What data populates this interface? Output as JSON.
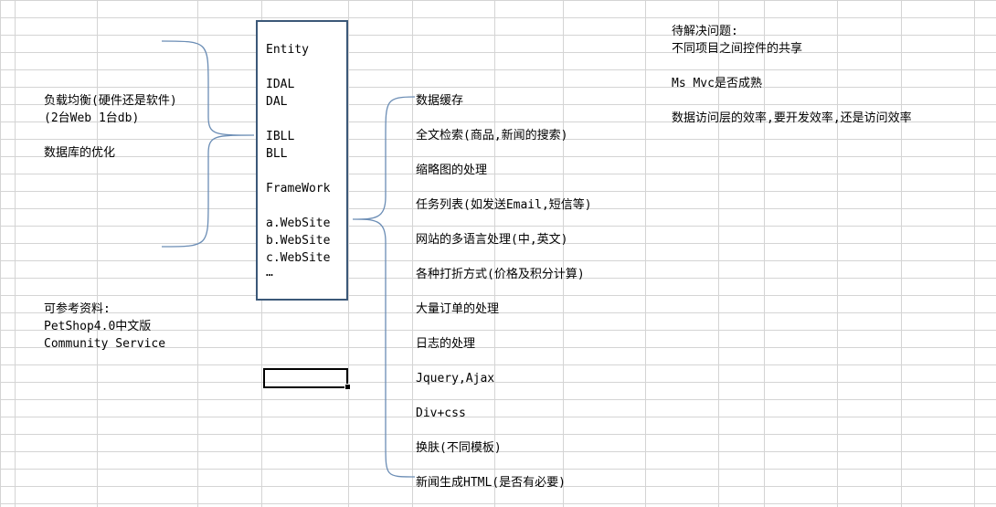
{
  "left_notes": {
    "load_balance": "负载均衡(硬件还是软件)",
    "servers": "(2台Web 1台db)",
    "db_optimize": "数据库的优化",
    "references_title": "可参考资料:",
    "ref_1": "PetShop4.0中文版",
    "ref_2": "Community Service"
  },
  "layers": [
    "Entity",
    "IDAL",
    "DAL",
    "IBLL",
    "BLL",
    "FrameWork",
    "a.WebSite",
    "b.WebSite",
    "c.WebSite",
    "…"
  ],
  "topics": [
    "数据缓存",
    "全文检索(商品,新闻的搜索)",
    "缩略图的处理",
    "任务列表(如发送Email,短信等)",
    "网站的多语言处理(中,英文)",
    "各种打折方式(价格及积分计算)",
    "大量订单的处理",
    "日志的处理",
    "Jquery,Ajax",
    "Div+css",
    "换肤(不同模板)",
    "新闻生成HTML(是否有必要)"
  ],
  "issues": {
    "title": "待解决问题:",
    "item_1": "不同项目之间控件的共享",
    "item_2": "Ms Mvc是否成熟",
    "item_3": "数据访问层的效率,要开发效率,还是访问效率"
  },
  "colors": {
    "grid": "#d4d4d4",
    "brace": "#6b8db5",
    "box_border": "#3b5878"
  }
}
